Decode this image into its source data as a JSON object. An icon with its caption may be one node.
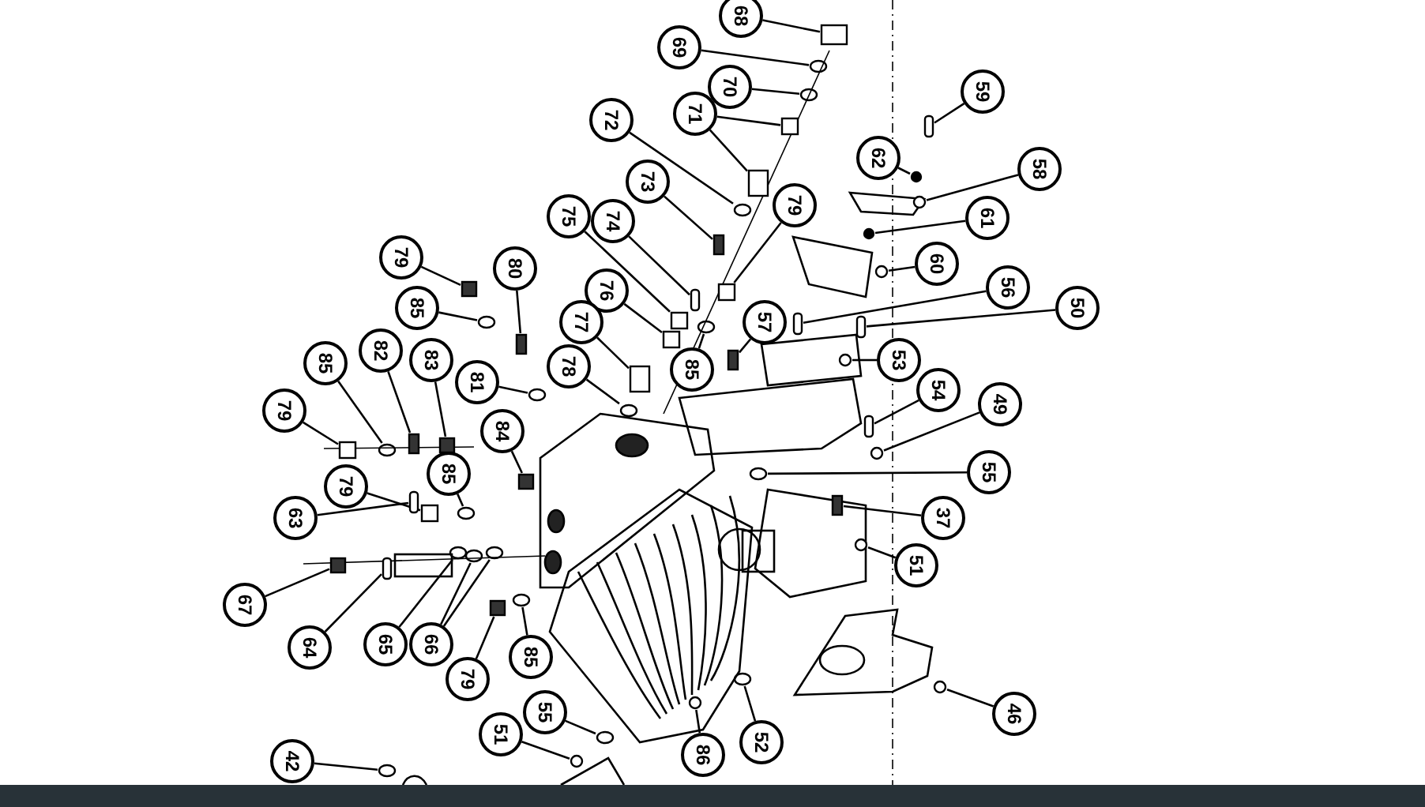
{
  "diagram": {
    "nodes": [
      {
        "text": [
          "68"
        ]
      },
      {
        "text": [
          "69"
        ]
      },
      {
        "text": [
          "70"
        ]
      },
      {
        "text": [
          "71"
        ]
      },
      {
        "text": [
          "72"
        ]
      },
      {
        "text": [
          "73"
        ]
      },
      {
        "text": [
          "74"
        ]
      },
      {
        "text": [
          "75"
        ]
      },
      {
        "text": [
          "79"
        ]
      },
      {
        "text": [
          "76"
        ]
      },
      {
        "text": [
          "77"
        ]
      },
      {
        "text": [
          "78"
        ]
      },
      {
        "text": [
          "85"
        ]
      },
      {
        "text": [
          "57"
        ]
      },
      {
        "text": [
          "56"
        ]
      },
      {
        "text": [
          "50"
        ]
      },
      {
        "text": [
          "60"
        ]
      },
      {
        "text": [
          "61"
        ]
      },
      {
        "text": [
          "58"
        ]
      },
      {
        "text": [
          "62"
        ]
      },
      {
        "text": [
          "59"
        ]
      },
      {
        "text": [
          "53"
        ]
      },
      {
        "text": [
          "54"
        ]
      },
      {
        "text": [
          "49"
        ]
      },
      {
        "text": [
          "55"
        ]
      },
      {
        "text": [
          "37"
        ]
      },
      {
        "text": [
          "51"
        ]
      },
      {
        "text": [
          "46"
        ]
      },
      {
        "text": [
          "52"
        ]
      },
      {
        "text": [
          "86"
        ]
      },
      {
        "text": [
          "55"
        ]
      },
      {
        "text": [
          "51"
        ]
      },
      {
        "text": [
          "42"
        ]
      },
      {
        "text": [
          "79"
        ]
      },
      {
        "text": [
          "85"
        ]
      },
      {
        "text": [
          "82"
        ]
      },
      {
        "text": [
          "83"
        ]
      },
      {
        "text": [
          "79"
        ]
      },
      {
        "text": [
          "85"
        ]
      },
      {
        "text": [
          "80"
        ]
      },
      {
        "text": [
          "81"
        ]
      },
      {
        "text": [
          "84"
        ]
      },
      {
        "text": [
          "85"
        ]
      },
      {
        "text": [
          "79"
        ]
      },
      {
        "text": [
          "63"
        ]
      },
      {
        "text": [
          "67"
        ]
      },
      {
        "text": [
          "64"
        ]
      },
      {
        "text": [
          "65"
        ]
      },
      {
        "text": [
          "66"
        ]
      },
      {
        "text": [
          "79"
        ]
      },
      {
        "text": [
          "85"
        ]
      },
      {
        "text": [],
        "shape": "bar"
      },
      {
        "text": [],
        "shape": "box"
      },
      {
        "text": [],
        "shape": "circle"
      },
      {
        "text": [],
        "shape": "circle"
      },
      {
        "text": [],
        "shape": "box"
      },
      {
        "text": [],
        "shape": "box"
      },
      {
        "text": [],
        "shape": "circle"
      },
      {
        "text": [],
        "shape": "box"
      },
      {
        "text": [],
        "shape": "bar"
      },
      {
        "text": [],
        "shape": "box"
      },
      {
        "text": [],
        "shape": "box"
      },
      {
        "text": [],
        "shape": "box"
      },
      {
        "text": [],
        "shape": "box"
      },
      {
        "text": [],
        "shape": "circle"
      },
      {
        "text": [],
        "shape": "circle"
      },
      {
        "text": [],
        "shape": "box"
      },
      {
        "text": [],
        "shape": "bar"
      },
      {
        "text": [],
        "shape": "bar"
      },
      {
        "text": [],
        "shape": "circle"
      },
      {
        "text": [],
        "shape": "circle"
      },
      {
        "text": [],
        "shape": "circle"
      },
      {
        "text": [],
        "shape": "circle"
      },
      {
        "text": [],
        "shape": "bar"
      },
      {
        "text": [],
        "shape": "circle"
      },
      {
        "text": [],
        "shape": "bar"
      },
      {
        "text": [],
        "shape": "circle"
      },
      {
        "text": [],
        "shape": "circle"
      },
      {
        "text": [],
        "shape": "box"
      },
      {
        "text": [],
        "shape": "circle"
      },
      {
        "text": [],
        "shape": "circle"
      },
      {
        "text": [],
        "shape": "circle"
      },
      {
        "text": [],
        "shape": "circle"
      },
      {
        "text": [],
        "shape": "circle"
      },
      {
        "text": [],
        "shape": "circle"
      },
      {
        "text": [],
        "shape": "circle"
      },
      {
        "text": [],
        "shape": "box"
      },
      {
        "text": [],
        "shape": "circle"
      },
      {
        "text": [],
        "shape": "box"
      },
      {
        "text": [],
        "shape": "box"
      },
      {
        "text": [],
        "shape": "box"
      },
      {
        "text": [],
        "shape": "circle"
      },
      {
        "text": [],
        "shape": "box"
      },
      {
        "text": [],
        "shape": "circle"
      },
      {
        "text": [],
        "shape": "box"
      },
      {
        "text": [],
        "shape": "circle"
      },
      {
        "text": [],
        "shape": "box"
      },
      {
        "text": [],
        "shape": "bar"
      },
      {
        "text": [],
        "shape": "box"
      },
      {
        "text": [],
        "shape": "bar"
      },
      {
        "text": [],
        "shape": "circle"
      },
      {
        "text": [],
        "shape": "circle"
      },
      {
        "text": [],
        "shape": "circle"
      },
      {
        "text": [],
        "shape": "box"
      },
      {
        "text": [],
        "shape": "circle"
      }
    ],
    "edges": [
      {
        "from": 0,
        "to": 52,
        "arrow": "none"
      },
      {
        "from": 1,
        "to": 53,
        "arrow": "none"
      },
      {
        "from": 2,
        "to": 54,
        "arrow": "none"
      },
      {
        "from": 3,
        "to": 55,
        "arrow": "none"
      },
      {
        "from": 3,
        "to": 56,
        "arrow": "none"
      },
      {
        "from": 4,
        "to": 57,
        "arrow": "none"
      },
      {
        "from": 5,
        "to": 58,
        "arrow": "none"
      },
      {
        "from": 6,
        "to": 59,
        "arrow": "none"
      },
      {
        "from": 7,
        "to": 60,
        "arrow": "none"
      },
      {
        "from": 8,
        "to": 61,
        "arrow": "none"
      },
      {
        "from": 9,
        "to": 62,
        "arrow": "none"
      },
      {
        "from": 10,
        "to": 63,
        "arrow": "none"
      },
      {
        "from": 11,
        "to": 64,
        "arrow": "none"
      },
      {
        "from": 12,
        "to": 65,
        "arrow": "none"
      },
      {
        "from": 13,
        "to": 66,
        "arrow": "none"
      },
      {
        "from": 14,
        "to": 67,
        "arrow": "none"
      },
      {
        "from": 15,
        "to": 68,
        "arrow": "none"
      },
      {
        "from": 16,
        "to": 69,
        "arrow": "none"
      },
      {
        "from": 17,
        "to": 70,
        "arrow": "none"
      },
      {
        "from": 18,
        "to": 71,
        "arrow": "none"
      },
      {
        "from": 19,
        "to": 72,
        "arrow": "none"
      },
      {
        "from": 20,
        "to": 73,
        "arrow": "none"
      },
      {
        "from": 21,
        "to": 74,
        "arrow": "none"
      },
      {
        "from": 22,
        "to": 75,
        "arrow": "none"
      },
      {
        "from": 23,
        "to": 76,
        "arrow": "none"
      },
      {
        "from": 24,
        "to": 77,
        "arrow": "none"
      },
      {
        "from": 25,
        "to": 78,
        "arrow": "none"
      },
      {
        "from": 26,
        "to": 79,
        "arrow": "none"
      },
      {
        "from": 27,
        "to": 80,
        "arrow": "none"
      },
      {
        "from": 28,
        "to": 81,
        "arrow": "none"
      },
      {
        "from": 29,
        "to": 82,
        "arrow": "none"
      },
      {
        "from": 30,
        "to": 83,
        "arrow": "none"
      },
      {
        "from": 31,
        "to": 84,
        "arrow": "none"
      },
      {
        "from": 32,
        "to": 85,
        "arrow": "none"
      },
      {
        "from": 33,
        "to": 86,
        "arrow": "none"
      },
      {
        "from": 34,
        "to": 87,
        "arrow": "none"
      },
      {
        "from": 35,
        "to": 88,
        "arrow": "none"
      },
      {
        "from": 36,
        "to": 89,
        "arrow": "none"
      },
      {
        "from": 37,
        "to": 90,
        "arrow": "none"
      },
      {
        "from": 38,
        "to": 91,
        "arrow": "none"
      },
      {
        "from": 39,
        "to": 92,
        "arrow": "none"
      },
      {
        "from": 40,
        "to": 93,
        "arrow": "none"
      },
      {
        "from": 41,
        "to": 94,
        "arrow": "none"
      },
      {
        "from": 42,
        "to": 95,
        "arrow": "none"
      },
      {
        "from": 43,
        "to": 96,
        "arrow": "none"
      },
      {
        "from": 44,
        "to": 97,
        "arrow": "none"
      },
      {
        "from": 45,
        "to": 98,
        "arrow": "none"
      },
      {
        "from": 46,
        "to": 99,
        "arrow": "none"
      },
      {
        "from": 47,
        "to": 100,
        "arrow": "none"
      },
      {
        "from": 48,
        "to": 101,
        "arrow": "none"
      },
      {
        "from": 48,
        "to": 102,
        "arrow": "none"
      },
      {
        "from": 49,
        "to": 103,
        "arrow": "none"
      },
      {
        "from": 50,
        "to": 104,
        "arrow": "none"
      }
    ]
  }
}
